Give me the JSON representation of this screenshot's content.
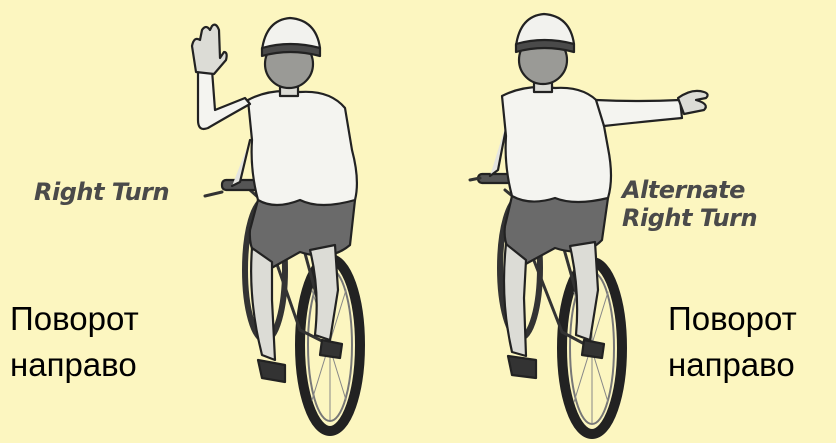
{
  "background_color": "#fcf6c0",
  "left_cyclist": {
    "caption_en": "Right Turn",
    "caption_ru_line1": "Поворот",
    "caption_ru_line2": "направо"
  },
  "right_cyclist": {
    "caption_en_line1": "Alternate",
    "caption_en_line2": "Right Turn",
    "caption_ru_line1": "Поворот",
    "caption_ru_line2": "направо"
  },
  "colors": {
    "shirt": "#f4f4f0",
    "shorts": "#6a6a6a",
    "skin": "#d9d9d4",
    "outline": "#222222",
    "helmet_band": "#4a4a4a"
  }
}
